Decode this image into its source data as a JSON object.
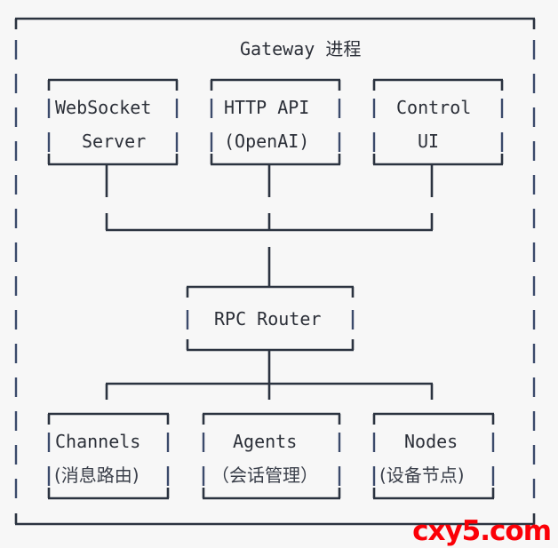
{
  "diagram": {
    "type": "ascii-architecture-diagram",
    "outer_box": {
      "title": "Gateway 进程"
    },
    "tier1": {
      "boxes": [
        {
          "id": "websocket-server",
          "line1": "WebSocket",
          "line2": "Server"
        },
        {
          "id": "http-api",
          "line1": "HTTP API",
          "line2": "(OpenAI)"
        },
        {
          "id": "control-ui",
          "line1": "Control",
          "line2": "UI"
        }
      ]
    },
    "tier2": {
      "boxes": [
        {
          "id": "rpc-router",
          "line1": "RPC Router",
          "line2": ""
        }
      ]
    },
    "tier3": {
      "boxes": [
        {
          "id": "channels",
          "line1": "Channels",
          "line2": "(消息路由)"
        },
        {
          "id": "agents",
          "line1": "Agents",
          "line2": "（会话管理）"
        },
        {
          "id": "nodes",
          "line1": "Nodes",
          "line2": "(设备节点)"
        }
      ]
    },
    "watermark": {
      "text": "cxy5.com"
    },
    "colors": {
      "background": "#f7f7f7",
      "stroke": "#2b3340",
      "text": "#2b2f38",
      "pipe": "#3b4a6b",
      "watermark": "#fb0007"
    }
  }
}
